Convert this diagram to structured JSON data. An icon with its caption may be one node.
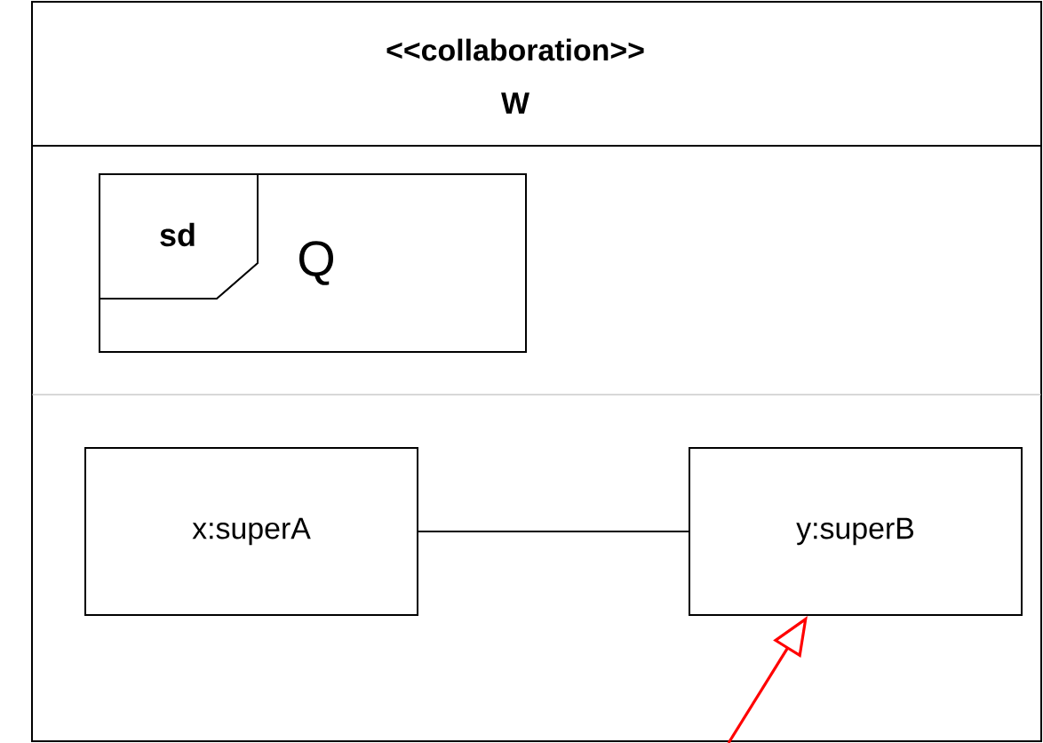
{
  "diagram": {
    "nodes": [
      {
        "text": [
          "<<collaboration>>",
          "W"
        ]
      },
      {
        "text": [
          "sd",
          "Q"
        ],
        "in": 0
      },
      {
        "text": [
          "x:superA"
        ],
        "in": 0
      },
      {
        "text": [
          "y:superB"
        ],
        "in": 0
      }
    ],
    "edges": [
      {
        "from": 2,
        "to": 3,
        "arrow": "none"
      },
      {
        "from": null,
        "to": 3,
        "arrow": "to",
        "color": "#ff0000"
      }
    ]
  }
}
